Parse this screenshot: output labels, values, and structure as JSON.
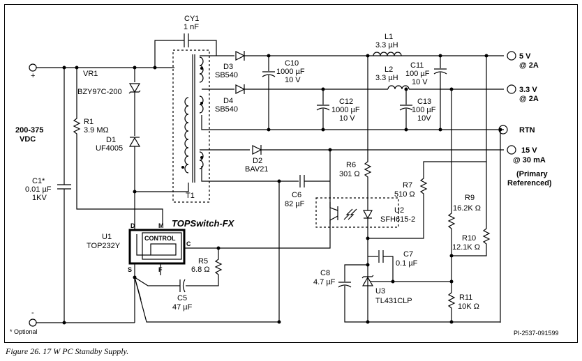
{
  "caption": "Figure 26.  17 W PC Standby Supply.",
  "drawing_id": "PI-2537-091599",
  "footnote": "* Optional",
  "input": {
    "voltage": "200-375",
    "unit": "VDC",
    "plus": "+",
    "minus": "-"
  },
  "components": {
    "cy1": {
      "ref": "CY1",
      "value": "1 nF"
    },
    "vr1": {
      "ref": "VR1",
      "value": "BZY97C-200"
    },
    "r1": {
      "ref": "R1",
      "value": "3.9 MΩ"
    },
    "d1": {
      "ref": "D1",
      "value": "UF4005"
    },
    "c1": {
      "ref": "C1*",
      "value": "0.01 µF",
      "rating": "1KV"
    },
    "t1": {
      "ref": "T1"
    },
    "d3": {
      "ref": "D3",
      "value": "SB540"
    },
    "d4": {
      "ref": "D4",
      "value": "SB540"
    },
    "d2": {
      "ref": "D2",
      "value": "BAV21"
    },
    "c10": {
      "ref": "C10",
      "value": "1000 µF",
      "rating": "10 V"
    },
    "c12": {
      "ref": "C12",
      "value": "1000 µF",
      "rating": "10 V"
    },
    "l1": {
      "ref": "L1",
      "value": "3.3 µH"
    },
    "l2": {
      "ref": "L2",
      "value": "3.3 µH"
    },
    "c11": {
      "ref": "C11",
      "value": "100 µF",
      "rating": "10 V"
    },
    "c13": {
      "ref": "C13",
      "value": "100 µF",
      "rating": "10V"
    },
    "c6": {
      "ref": "C6",
      "value": "82 µF"
    },
    "r6": {
      "ref": "R6",
      "value": "301 Ω"
    },
    "r7": {
      "ref": "R7",
      "value": "510 Ω"
    },
    "u2": {
      "ref": "U2",
      "value": "SFH615-2"
    },
    "r9": {
      "ref": "R9",
      "value": "16.2K Ω"
    },
    "r10": {
      "ref": "R10",
      "value": "12.1K Ω"
    },
    "r11": {
      "ref": "R11",
      "value": "10K Ω"
    },
    "c7": {
      "ref": "C7",
      "value": "0.1 µF"
    },
    "c8": {
      "ref": "C8",
      "value": "4.7 µF"
    },
    "u3": {
      "ref": "U3",
      "value": "TL431CLP"
    },
    "r5": {
      "ref": "R5",
      "value": "6.8 Ω"
    },
    "c5": {
      "ref": "C5",
      "value": "47 µF"
    },
    "u1": {
      "ref": "U1",
      "value": "TOP232Y",
      "brand": "TOPSwitch-FX",
      "block": "CONTROL",
      "pin_d": "D",
      "pin_m": "M",
      "pin_c": "C",
      "pin_s": "S",
      "pin_f": "F"
    }
  },
  "outputs": {
    "o5v": {
      "voltage": "5 V",
      "current": "@ 2A"
    },
    "o33v": {
      "voltage": "3.3 V",
      "current": "@ 2A"
    },
    "rtn": {
      "label": "RTN"
    },
    "o15v": {
      "voltage": "15 V",
      "current": "@ 30 mA",
      "note1": "(Primary",
      "note2": "Referenced)"
    }
  }
}
